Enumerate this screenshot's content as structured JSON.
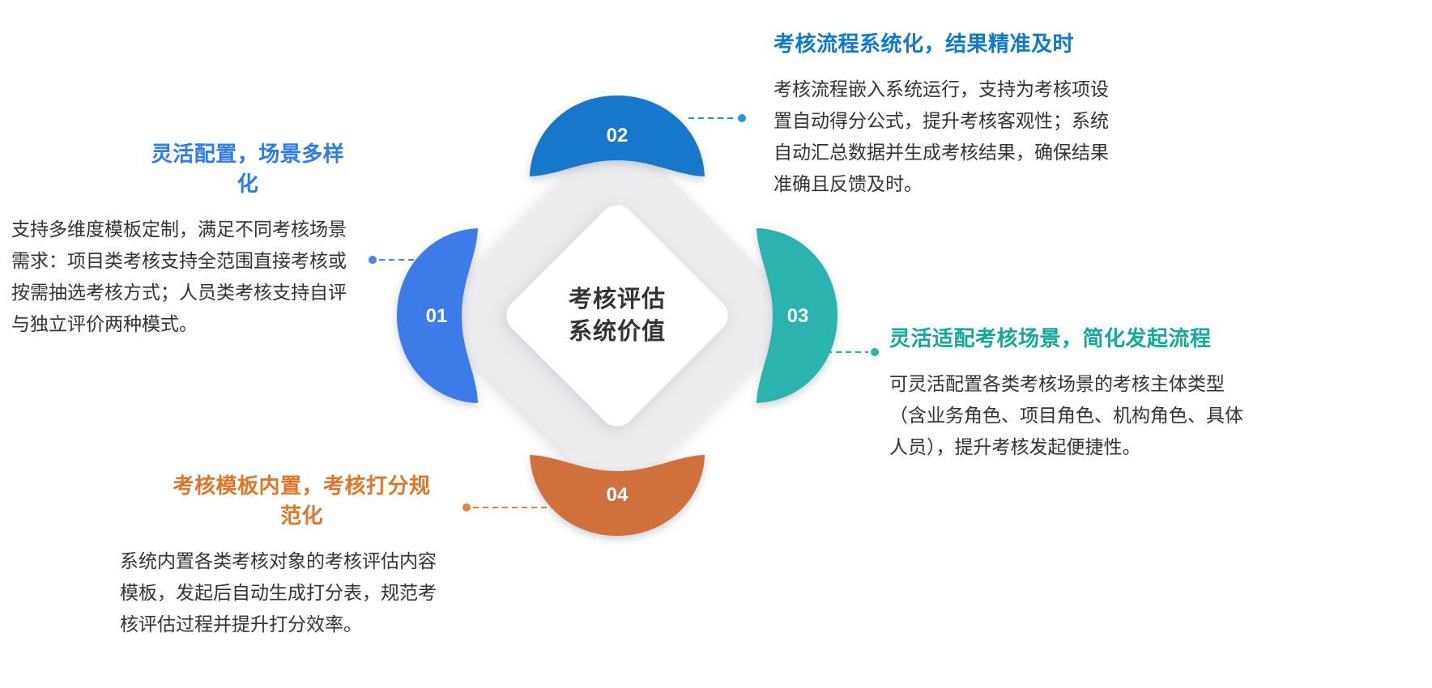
{
  "center": {
    "line1": "考核评估",
    "line2": "系统价值",
    "diamond_gray_color": "#EDEDEF",
    "diamond_white_color": "#FFFFFF"
  },
  "sections": {
    "left": {
      "number": "01",
      "heading": "灵活配置，场景多样化",
      "body": "支持多维度模板定制，满足不同考核场景需求：项目类考核支持全范围直接考核或按需抽选考核方式；人员类考核支持自评与独立评价两种模式。",
      "accent": "#2E7BEA",
      "petal_color": "#3C7CE8",
      "connector_color": "#4A86E8"
    },
    "top_right": {
      "number": "02",
      "heading": "考核流程系统化，结果精准及时",
      "body": "考核流程嵌入系统运行，支持为考核项设置自动得分公式，提升考核客观性；系统自动汇总数据并生成考核结果，确保结果准确且反馈及时。",
      "accent": "#0D79D0",
      "petal_color": "#1477CB",
      "connector_color": "#2B90E0"
    },
    "right": {
      "number": "03",
      "heading": "灵活适配考核场景，简化发起流程",
      "body": "可灵活配置各类考核场景的考核主体类型（含业务角色、项目角色、机构角色、具体人员），提升考核发起便捷性。",
      "accent": "#16A89C",
      "petal_color": "#29B3AF",
      "connector_color": "#2AB3AB"
    },
    "bottom_left": {
      "number": "04",
      "heading": "考核模板内置，考核打分规范化",
      "body": "系统内置各类考核对象的考核评估内容模板，发起后自动生成打分表，规范考核评估过程并提升打分效率。",
      "accent": "#E0762A",
      "petal_color": "#D0713D",
      "connector_color": "#DD8348"
    }
  }
}
